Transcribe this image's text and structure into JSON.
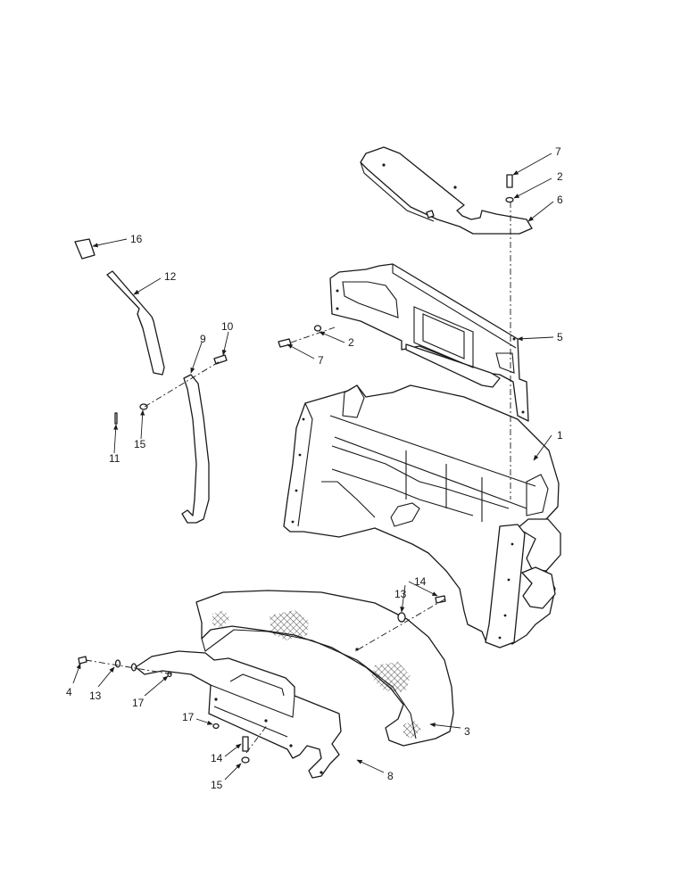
{
  "callouts": [
    {
      "id": "c-1",
      "label": "1"
    },
    {
      "id": "c-2a",
      "label": "2"
    },
    {
      "id": "c-2b",
      "label": "2"
    },
    {
      "id": "c-3",
      "label": "3"
    },
    {
      "id": "c-4",
      "label": "4"
    },
    {
      "id": "c-5",
      "label": "5"
    },
    {
      "id": "c-6",
      "label": "6"
    },
    {
      "id": "c-7a",
      "label": "7"
    },
    {
      "id": "c-7b",
      "label": "7"
    },
    {
      "id": "c-8",
      "label": "8"
    },
    {
      "id": "c-9",
      "label": "9"
    },
    {
      "id": "c-10",
      "label": "10"
    },
    {
      "id": "c-11",
      "label": "11"
    },
    {
      "id": "c-12",
      "label": "12"
    },
    {
      "id": "c-13a",
      "label": "13"
    },
    {
      "id": "c-13b",
      "label": "13"
    },
    {
      "id": "c-14a",
      "label": "14"
    },
    {
      "id": "c-14b",
      "label": "14"
    },
    {
      "id": "c-15a",
      "label": "15"
    },
    {
      "id": "c-15b",
      "label": "15"
    },
    {
      "id": "c-16",
      "label": "16"
    },
    {
      "id": "c-17a",
      "label": "17"
    },
    {
      "id": "c-17b",
      "label": "17"
    }
  ]
}
